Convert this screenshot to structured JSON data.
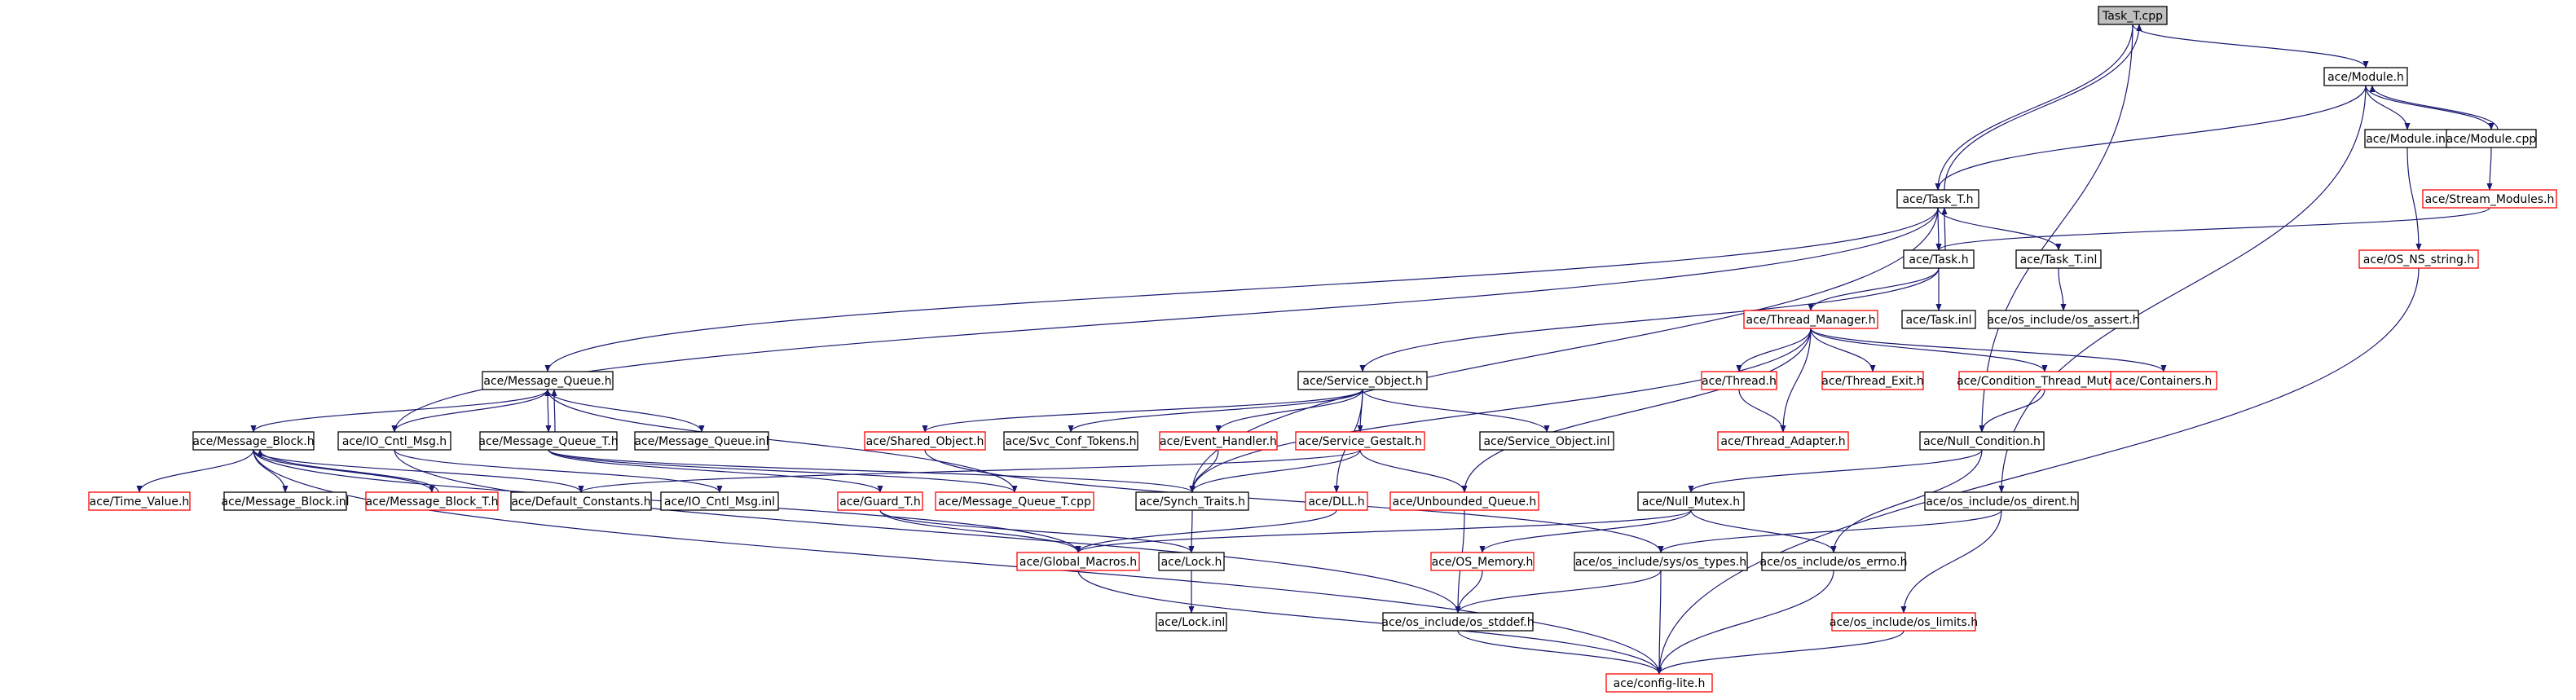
{
  "colors": {
    "edge": "#191970",
    "box_border_normal": "#000000",
    "box_border_truncated": "#ff0000",
    "root_fill": "#bfbfbf"
  },
  "nodes": [
    {
      "id": "task_t_cpp",
      "label": "Task_T.cpp",
      "style": "root"
    },
    {
      "id": "module_h",
      "label": "ace/Module.h",
      "style": "normal"
    },
    {
      "id": "module_inl",
      "label": "ace/Module.inl",
      "style": "normal"
    },
    {
      "id": "module_cpp",
      "label": "ace/Module.cpp",
      "style": "normal"
    },
    {
      "id": "task_t_h",
      "label": "ace/Task_T.h",
      "style": "normal"
    },
    {
      "id": "stream_modules_h",
      "label": "ace/Stream_Modules.h",
      "style": "truncated"
    },
    {
      "id": "task_h",
      "label": "ace/Task.h",
      "style": "normal"
    },
    {
      "id": "task_t_inl",
      "label": "ace/Task_T.inl",
      "style": "normal"
    },
    {
      "id": "os_ns_string_h",
      "label": "ace/OS_NS_string.h",
      "style": "truncated"
    },
    {
      "id": "task_inl",
      "label": "ace/Task.inl",
      "style": "normal"
    },
    {
      "id": "os_assert_h",
      "label": "ace/os_include/os_assert.h",
      "style": "normal"
    },
    {
      "id": "thread_manager_h",
      "label": "ace/Thread_Manager.h",
      "style": "truncated"
    },
    {
      "id": "service_object_h",
      "label": "ace/Service_Object.h",
      "style": "normal"
    },
    {
      "id": "message_queue_h",
      "label": "ace/Message_Queue.h",
      "style": "normal"
    },
    {
      "id": "thread_h",
      "label": "ace/Thread.h",
      "style": "truncated"
    },
    {
      "id": "thread_exit_h",
      "label": "ace/Thread_Exit.h",
      "style": "truncated"
    },
    {
      "id": "condition_thread_mutex_h",
      "label": "ace/Condition_Thread_Mutex.h",
      "style": "truncated"
    },
    {
      "id": "containers_h",
      "label": "ace/Containers.h",
      "style": "truncated"
    },
    {
      "id": "message_block_h",
      "label": "ace/Message_Block.h",
      "style": "normal"
    },
    {
      "id": "io_cntl_msg_h",
      "label": "ace/IO_Cntl_Msg.h",
      "style": "normal"
    },
    {
      "id": "message_queue_t_h",
      "label": "ace/Message_Queue_T.h",
      "style": "normal"
    },
    {
      "id": "message_queue_inl",
      "label": "ace/Message_Queue.inl",
      "style": "normal"
    },
    {
      "id": "shared_object_h",
      "label": "ace/Shared_Object.h",
      "style": "truncated"
    },
    {
      "id": "svc_conf_tokens_h",
      "label": "ace/Svc_Conf_Tokens.h",
      "style": "normal"
    },
    {
      "id": "event_handler_h",
      "label": "ace/Event_Handler.h",
      "style": "truncated"
    },
    {
      "id": "service_gestalt_h",
      "label": "ace/Service_Gestalt.h",
      "style": "truncated"
    },
    {
      "id": "service_object_inl",
      "label": "ace/Service_Object.inl",
      "style": "normal"
    },
    {
      "id": "thread_adapter_h",
      "label": "ace/Thread_Adapter.h",
      "style": "truncated"
    },
    {
      "id": "null_condition_h",
      "label": "ace/Null_Condition.h",
      "style": "normal"
    },
    {
      "id": "time_value_h",
      "label": "ace/Time_Value.h",
      "style": "truncated"
    },
    {
      "id": "message_block_inl",
      "label": "ace/Message_Block.inl",
      "style": "normal"
    },
    {
      "id": "message_block_t_h",
      "label": "ace/Message_Block_T.h",
      "style": "truncated"
    },
    {
      "id": "default_constants_h",
      "label": "ace/Default_Constants.h",
      "style": "normal"
    },
    {
      "id": "io_cntl_msg_inl",
      "label": "ace/IO_Cntl_Msg.inl",
      "style": "normal"
    },
    {
      "id": "guard_t_h",
      "label": "ace/Guard_T.h",
      "style": "truncated"
    },
    {
      "id": "message_queue_t_cpp",
      "label": "ace/Message_Queue_T.cpp",
      "style": "truncated"
    },
    {
      "id": "synch_traits_h",
      "label": "ace/Synch_Traits.h",
      "style": "normal"
    },
    {
      "id": "dll_h",
      "label": "ace/DLL.h",
      "style": "truncated"
    },
    {
      "id": "unbounded_queue_h",
      "label": "ace/Unbounded_Queue.h",
      "style": "truncated"
    },
    {
      "id": "null_mutex_h",
      "label": "ace/Null_Mutex.h",
      "style": "normal"
    },
    {
      "id": "os_dirent_h",
      "label": "ace/os_include/os_dirent.h",
      "style": "normal"
    },
    {
      "id": "global_macros_h",
      "label": "ace/Global_Macros.h",
      "style": "truncated"
    },
    {
      "id": "lock_h",
      "label": "ace/Lock.h",
      "style": "normal"
    },
    {
      "id": "os_memory_h",
      "label": "ace/OS_Memory.h",
      "style": "truncated"
    },
    {
      "id": "os_types_h",
      "label": "ace/os_include/sys/os_types.h",
      "style": "normal"
    },
    {
      "id": "os_errno_h",
      "label": "ace/os_include/os_errno.h",
      "style": "normal"
    },
    {
      "id": "lock_inl",
      "label": "ace/Lock.inl",
      "style": "normal"
    },
    {
      "id": "os_stddef_h",
      "label": "ace/os_include/os_stddef.h",
      "style": "normal"
    },
    {
      "id": "os_limits_h",
      "label": "ace/os_include/os_limits.h",
      "style": "truncated"
    },
    {
      "id": "config_lite_h",
      "label": "ace/config-lite.h",
      "style": "truncated"
    }
  ]
}
